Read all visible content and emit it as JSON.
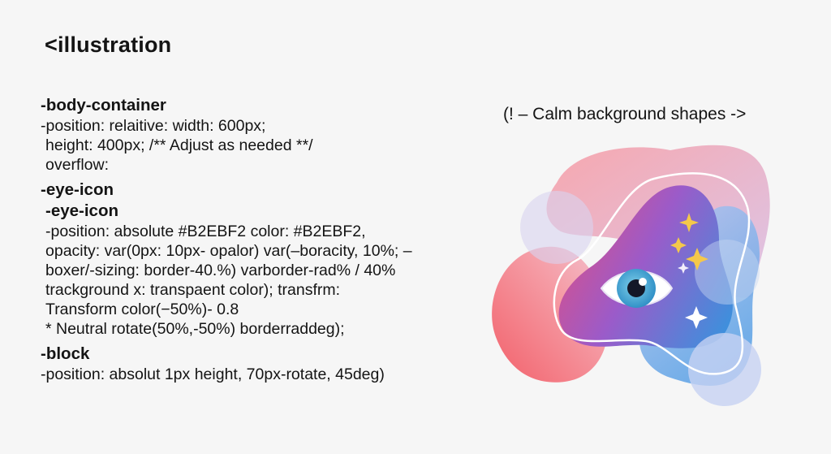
{
  "heading": "<illustration",
  "code_lines": [
    {
      "text": "-body-container",
      "type": "selector"
    },
    {
      "text": "-position: relaitive: width: 600px;",
      "type": "rule"
    },
    {
      "text": "height:   400px; /** Adjust as needed **/",
      "type": "rule"
    },
    {
      "text": "overflow:",
      "type": "rule"
    },
    {
      "text": "-eye-icon",
      "type": "selector"
    },
    {
      "text": "-eye-icon",
      "type": "selector"
    },
    {
      "text": "-position: absolute #B2EBF2 color: #B2EBF2,",
      "type": "rule"
    },
    {
      "text": "opacity: var(0px: 10px- opalor) var(–boracity, 10%; –",
      "type": "rule"
    },
    {
      "text": "boxer/-sizing: border-40.%) varborder-rad% / 40%",
      "type": "rule"
    },
    {
      "text": "trackground х: transpaent color); transfrm:",
      "type": "rule"
    },
    {
      "text": "Transform color(−50%)- 0.8",
      "type": "rule"
    },
    {
      "text": "* Neutral rotate(50%,-50%) borderraddeg);",
      "type": "rule"
    },
    {
      "text": "-block",
      "type": "selector"
    },
    {
      "text": "-position: absolut 1px height, 70px-rotate, 45deg)",
      "type": "rule"
    }
  ],
  "comment": "(! – Calm background shapes ->",
  "illustration": {
    "subject": "eye-icon",
    "colors": {
      "coral": "#f26a6e",
      "pink": "#f7a9b6",
      "purple": "#9b59c9",
      "blue": "#4a8fe0",
      "iris": "#3aa6d6",
      "sparkle": "#f5c84a"
    }
  }
}
